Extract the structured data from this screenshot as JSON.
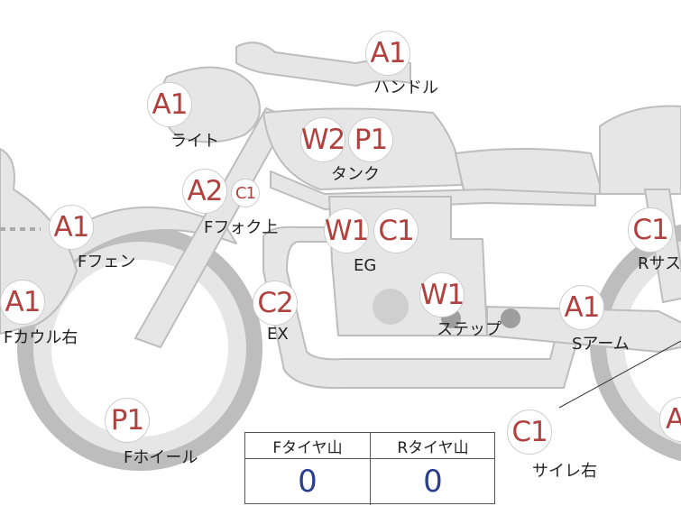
{
  "colors": {
    "part_fill": "#e6e6e6",
    "part_stroke": "#bdbdbd",
    "badge_text": "#b0413e",
    "label_text": "#222222",
    "value_text": "#2c3f8f"
  },
  "parts": [
    {
      "id": "handle",
      "badge": "A1",
      "label": "ハンドル"
    },
    {
      "id": "light",
      "badge": "A1",
      "label": "ライト"
    },
    {
      "id": "tank",
      "badges": [
        "W2",
        "P1"
      ],
      "label": "タンク"
    },
    {
      "id": "ffork",
      "badges": [
        "A2",
        "C1"
      ],
      "label": "Fフォク上"
    },
    {
      "id": "ffender",
      "badge": "A1",
      "label": "Fフェン"
    },
    {
      "id": "engine",
      "badges": [
        "W1",
        "C1"
      ],
      "label": "EG"
    },
    {
      "id": "rsus",
      "badge": "C1",
      "label": "Rサス"
    },
    {
      "id": "fcowl",
      "badge": "A1",
      "label": "Fカウル右"
    },
    {
      "id": "ex",
      "badge": "C2",
      "label": "EX"
    },
    {
      "id": "step",
      "badge": "W1",
      "label": "ステップ"
    },
    {
      "id": "sarm",
      "badge": "A1",
      "label": "Sアーム"
    },
    {
      "id": "fwheel",
      "badge": "P1",
      "label": "Fホイール"
    },
    {
      "id": "silencer",
      "badge": "C1",
      "label": "サイレ右"
    },
    {
      "id": "rwheel",
      "badge": "A"
    }
  ],
  "tire_tread": {
    "front_label": "Fタイヤ山",
    "rear_label": "Rタイヤ山",
    "front_value": "0",
    "rear_value": "0"
  }
}
